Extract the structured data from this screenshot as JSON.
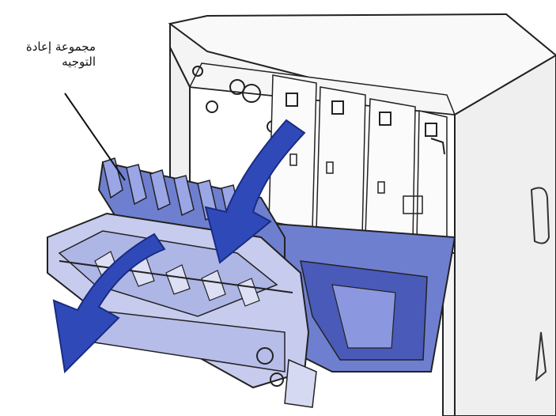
{
  "callout": {
    "label_line1": "مجموعة إعادة",
    "label_line2": "التوجيه"
  },
  "colors": {
    "part_blue": "#6f7fd0",
    "part_blue_light": "#9aa6e6",
    "part_blue_dark": "#3a4aa8",
    "arrow_blue": "#2f4ab8",
    "housing_gray": "#f3f3f3",
    "outline": "#222222"
  },
  "icons": {
    "arrow_1": "curved-down-arrow",
    "arrow_2": "curved-down-arrow"
  }
}
